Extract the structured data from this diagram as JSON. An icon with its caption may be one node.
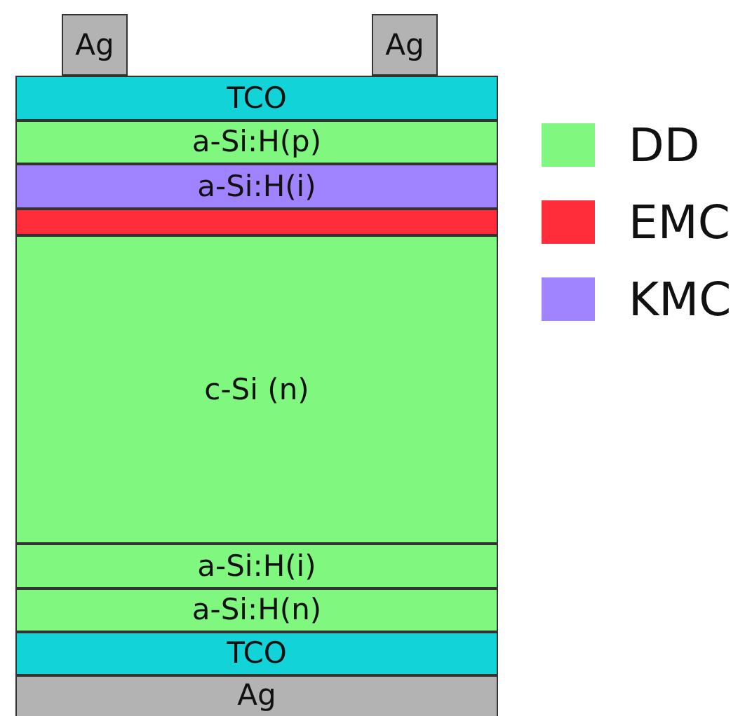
{
  "diagram": {
    "nodes": [
      {
        "text": [
          "Ag"
        ]
      },
      {
        "text": [
          "Ag"
        ]
      },
      {
        "text": [
          "TCO"
        ]
      },
      {
        "text": [
          "a-Si:H(p)"
        ]
      },
      {
        "text": [
          "a-Si:H(i)"
        ]
      },
      {
        "text": [],
        "shape": "bar"
      },
      {
        "text": [
          "c-Si (n)"
        ]
      },
      {
        "text": [
          "a-Si:H(i)"
        ]
      },
      {
        "text": [
          "a-Si:H(n)"
        ]
      },
      {
        "text": [
          "TCO"
        ]
      },
      {
        "text": [
          "Ag"
        ]
      }
    ],
    "legend": [
      {
        "text": "DD",
        "color": "#80f880"
      },
      {
        "text": "EMC",
        "color": "#ff2d3a"
      },
      {
        "text": "KMC",
        "color": "#a084ff"
      }
    ]
  }
}
